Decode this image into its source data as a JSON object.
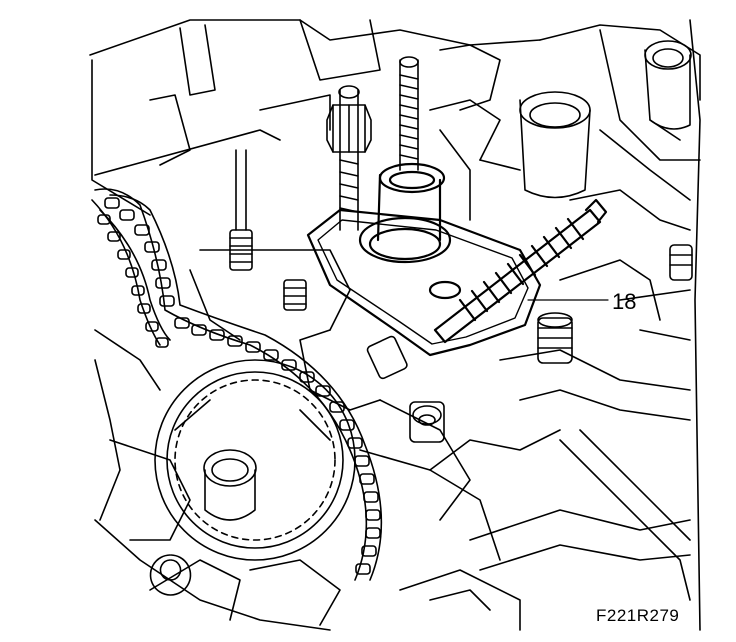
{
  "diagram": {
    "callouts": [
      {
        "id": "callout-18",
        "text": "18"
      }
    ],
    "figure_id": "F221R279",
    "colors": {
      "ink": "#000000",
      "paper": "#ffffff"
    }
  }
}
